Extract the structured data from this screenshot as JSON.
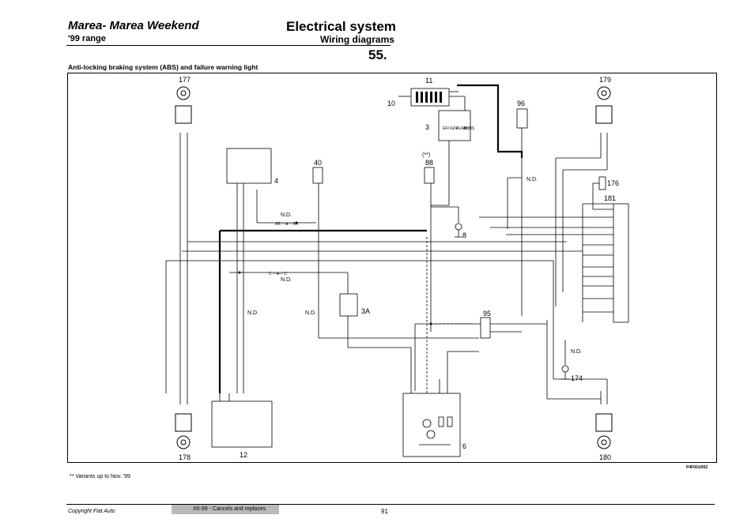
{
  "header": {
    "left_title": "Marea- Marea Weekend",
    "left_sub": "'99 range",
    "center_title": "Electrical system",
    "center_sub": "Wiring diagrams",
    "page_ref": "55."
  },
  "diagram_title": "Anti-locking braking system (ABS) and failure warning light",
  "components": {
    "c177": "177",
    "c179": "179",
    "c178": "178",
    "c180": "180",
    "c11": "11",
    "c10": "10",
    "c3": "3",
    "c96": "96",
    "c4": "4",
    "c40": "40",
    "c88": "88",
    "c88_note": "(**)",
    "c8": "8",
    "c176": "176",
    "c181": "181",
    "c3a": "3A",
    "c95": "95",
    "c174": "174",
    "c12": "12",
    "c6": "6"
  },
  "labels": {
    "nd": "N.D.",
    "ar_ar": "AR —●— AR",
    "c_c": "C —●— C",
    "fuse_labels": [
      "EFI",
      "IGN",
      "ALRBS",
      "ALIBS"
    ]
  },
  "footnote": "**   Variants up to Nov. '99",
  "ref_code": "P4F001/002",
  "footer": {
    "copyright": "Copyright  Fiat Auto",
    "edition": "XII-99 - Cancels and replaces",
    "page_number": "91"
  }
}
